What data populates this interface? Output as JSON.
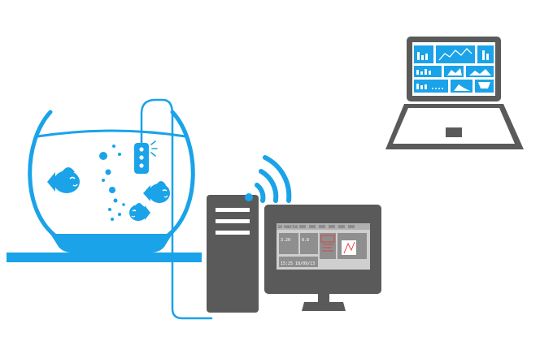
{
  "colors": {
    "blue": "#1aa3e8",
    "dark": "#5a5a5a",
    "screen_gray": "#cfcfcf",
    "alert_red": "#e53935",
    "white": "#ffffff"
  },
  "icons": {
    "fishbowl": "fishbowl-icon",
    "sensor": "sensor-probe-icon",
    "tower": "computer-tower-icon",
    "monitor": "monitor-icon",
    "wifi": "wifi-icon",
    "laptop": "laptop-icon"
  },
  "monitor_screen": {
    "header": "EM MONITOR",
    "reading_1": "3.20",
    "reading_2": "8.8",
    "timestamp": "15:25 18/09/13"
  }
}
